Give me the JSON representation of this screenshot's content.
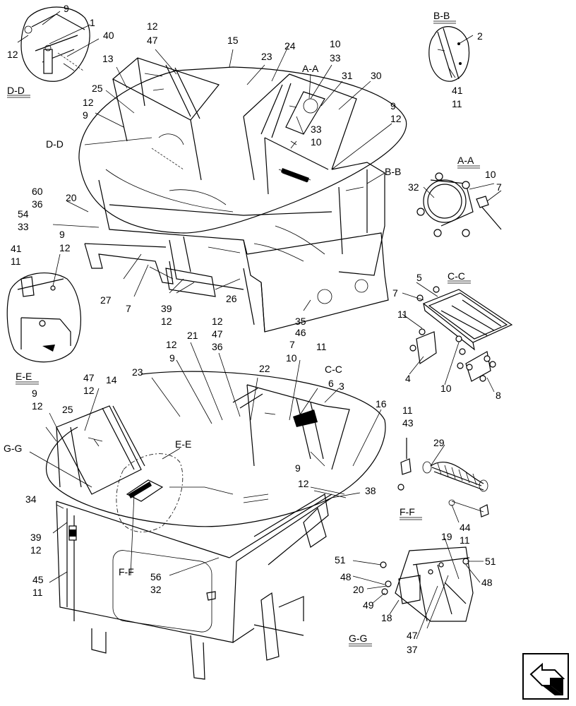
{
  "callouts": {
    "c9a": "9",
    "c1": "1",
    "c40": "40",
    "c12a": "12",
    "c12b": "12",
    "c47a": "47",
    "c15": "15",
    "c23a": "23",
    "c24": "24",
    "c10a": "10",
    "c33a": "33",
    "cAA1": "A-A",
    "c31": "31",
    "c30": "30",
    "c13": "13",
    "c25a": "25",
    "c12c": "12",
    "c9b": "9",
    "cDD2": "D-D",
    "c33b": "33",
    "c10b": "10",
    "c9c": "9",
    "c12d": "12",
    "cBB2": "B-B",
    "c60": "60",
    "c36a": "36",
    "c20a": "20",
    "c54": "54",
    "c33c": "33",
    "c9d": "9",
    "c12e": "12",
    "c41a": "41",
    "c11a": "11",
    "c27": "27",
    "c7a": "7",
    "c39a": "39",
    "c12f": "12",
    "c26": "26",
    "c35": "35",
    "c46": "46",
    "c2": "2",
    "c41b": "41",
    "c11b": "11",
    "c32a": "32",
    "c10c": "10",
    "c7b": "7",
    "c5": "5",
    "c7c": "7",
    "c11c": "11",
    "c4": "4",
    "c10d": "10",
    "c8": "8",
    "c21": "21",
    "c12g": "12",
    "c47b": "47",
    "c36b": "36",
    "c12h": "12",
    "c9e": "9",
    "c7d": "7",
    "c10e": "10",
    "c11d": "11",
    "cCC2": "C-C",
    "c6": "6",
    "c3": "3",
    "c22": "22",
    "c47c": "47",
    "c12i": "12",
    "c14": "14",
    "c23b": "23",
    "c9f": "9",
    "c12j": "12",
    "c25b": "25",
    "cGG2": "G-G",
    "cEE2": "E-E",
    "c16": "16",
    "c9g": "9",
    "c12k": "12",
    "c38": "38",
    "c11e": "11",
    "c43": "43",
    "c29": "29",
    "c34": "34",
    "c39b": "39",
    "c12l": "12",
    "c45": "45",
    "c11f": "11",
    "cFF2": "F-F",
    "c56": "56",
    "c32b": "32",
    "c44": "44",
    "c11g": "11",
    "c51a": "51",
    "c48a": "48",
    "c20b": "20",
    "c49": "49",
    "c18": "18",
    "c19": "19",
    "c51b": "51",
    "c48b": "48",
    "c47d": "47",
    "c37": "37"
  },
  "section_titles": {
    "dd": "D-D",
    "bb": "B-B",
    "aa": "A-A",
    "cc": "C-C",
    "ee": "E-E",
    "ff": "F-F",
    "gg": "G-G"
  },
  "icons": {
    "nav": "arrow-icon"
  }
}
